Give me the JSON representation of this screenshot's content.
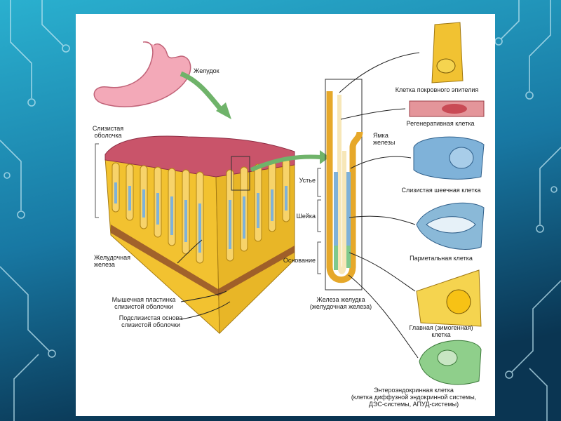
{
  "colors": {
    "background_top": "#2aa7c7",
    "background_bottom": "#0a3b5c",
    "slide": "#ffffff",
    "tissue_yellow": "#f1c232",
    "mucosa_red": "#c9546a",
    "stomach_pink": "#f3a9b8",
    "arrow_green": "#6fb36a",
    "cell_blue": "#7fb2d9"
  },
  "labels": {
    "stomach": "Желудок",
    "mucosa": "Слизистая\nоболочка",
    "gastric_gland_left": "Желудочная\nжелеза",
    "muscular_plate": "Мышечная пластинка\nслизистой оболочки",
    "submucosa": "Подслизистая основа\nслизистой оболочки",
    "pit": "Ямка\nжелезы",
    "mouth": "Устье",
    "neck": "Шейка",
    "base": "Основание",
    "gland_title": "Железа желудка\n(желудочная железа)",
    "cell_surface_epithelium": "Клетка покровного эпителия",
    "cell_regenerative": "Регенеративная клетка",
    "cell_mucous_neck": "Слизистая шеечная клетка",
    "cell_parietal": "Париетальная клетка",
    "cell_chief": "Главная (зимогенная)\nклетка",
    "cell_enteroendocrine": "Энтероэндокринная клетка\n(клетка диффузной эндокринной системы,\nДЭС-системы, АПУД-системы)"
  }
}
